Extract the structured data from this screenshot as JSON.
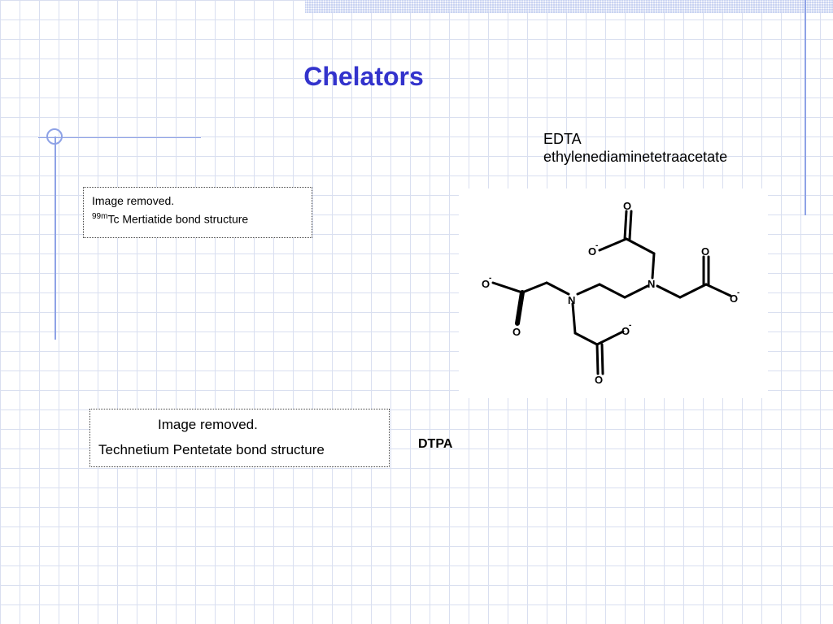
{
  "slide": {
    "title": "Chelators",
    "edta": {
      "abbreviation": "EDTA",
      "full_name": "ethylenediaminetetraacetate"
    },
    "image_placeholder_1": {
      "removed_text": "Image removed.",
      "superscript": "99m",
      "caption": "Tc Mertiatide bond structure"
    },
    "image_placeholder_2": {
      "removed_text": "Image removed.",
      "caption": "Technetium Pentetate bond structure"
    },
    "dtpa_label": "DTPA",
    "molecule_atoms": {
      "nitrogen": "N",
      "oxygen": "O",
      "oxide_anion": "O",
      "negative_charge": "-"
    }
  },
  "colors": {
    "title": "#3333cc",
    "decor_lines": "#8ea2e6",
    "grid": "#d9dff0",
    "top_band": "#c9d3f2"
  }
}
